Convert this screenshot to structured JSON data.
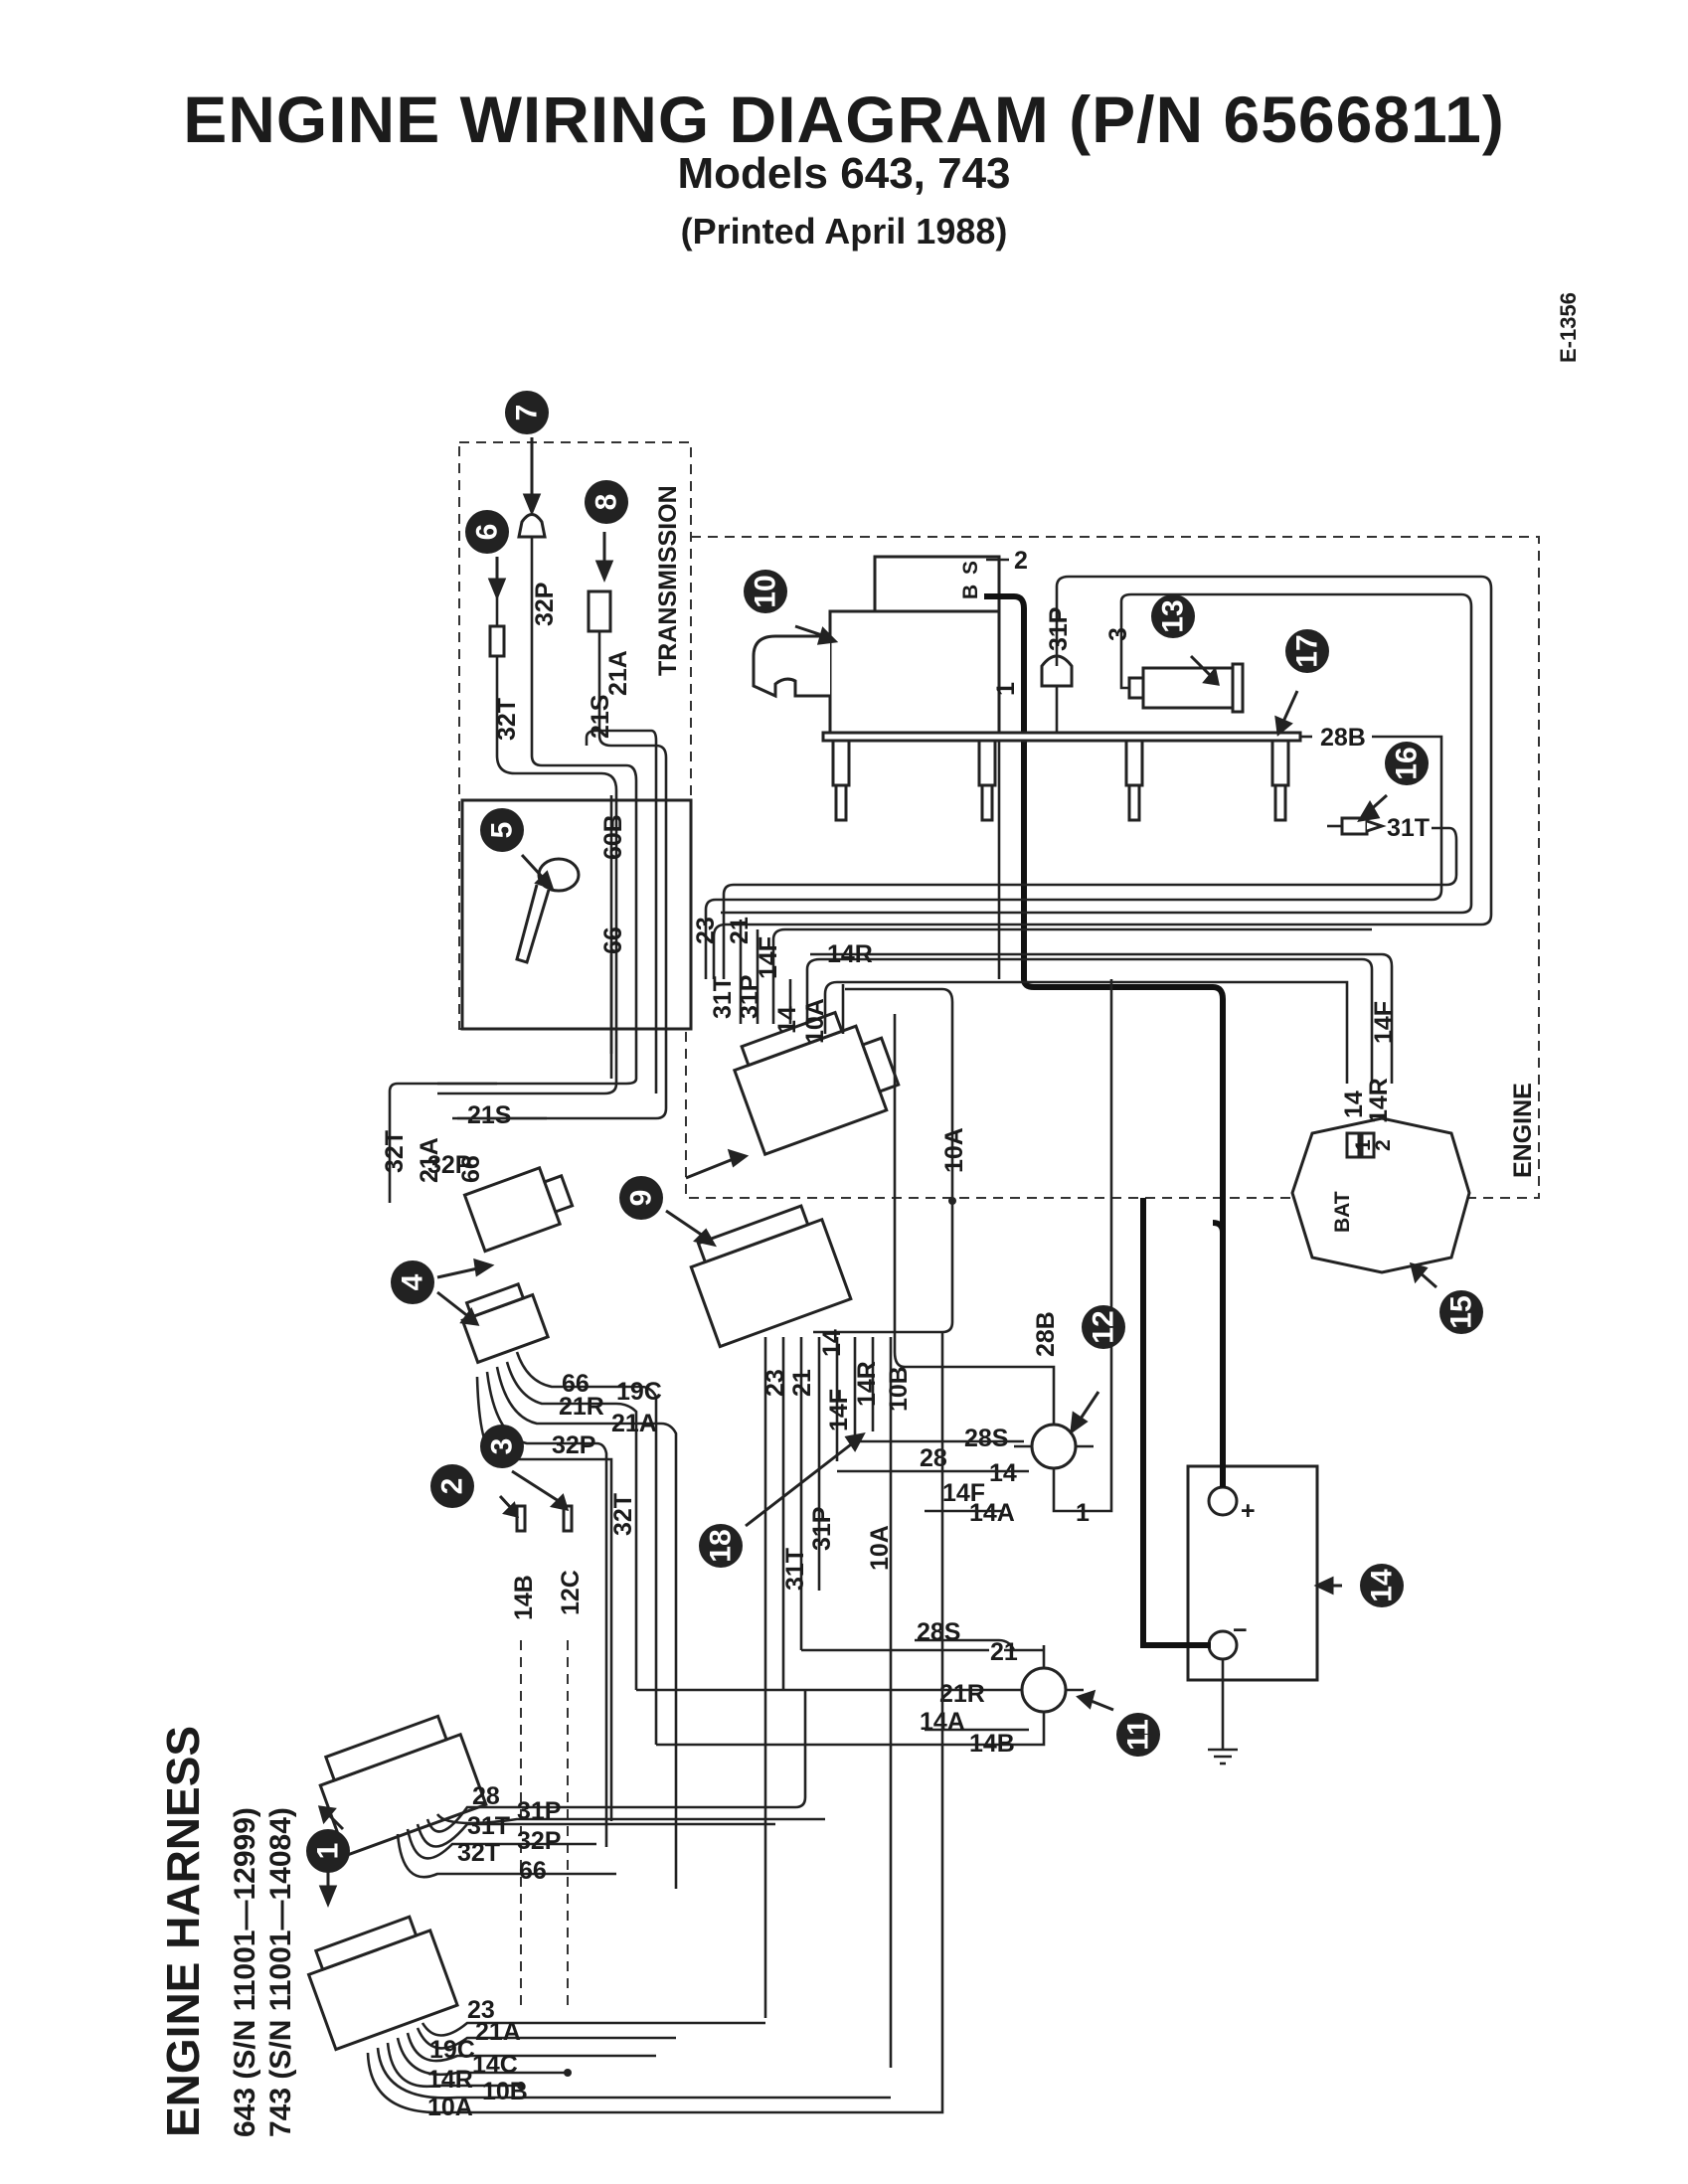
{
  "header": {
    "title": "ENGINE WIRING DIAGRAM (P/N 6566811)",
    "subtitle": "Models 643, 743",
    "printed": "(Printed April 1988)"
  },
  "figure_code": "E-1356",
  "section_labels": {
    "transmission": "TRANSMISSION",
    "engine": "ENGINE",
    "harness_title": "ENGINE HARNESS",
    "harness_line1": "643 (S/N 11001—12999)",
    "harness_line2": "743 (S/N 11001—14084)"
  },
  "callouts": [
    "1",
    "2",
    "3",
    "4",
    "5",
    "6",
    "7",
    "8",
    "9",
    "10",
    "11",
    "12",
    "13",
    "14",
    "15",
    "16",
    "17",
    "18"
  ],
  "wire_labels": {
    "w2": "2",
    "b": "B",
    "s": "S",
    "w1": "1",
    "w31p_top": "31P",
    "w3": "3",
    "w28b": "28B",
    "w31t_glow": "31T",
    "w32t_a": "32T",
    "w32p_a": "32P",
    "w21s_a": "21S",
    "w21a_a": "21A",
    "w60b": "60B",
    "w66_a": "66",
    "w23_a": "23",
    "w21_a": "21",
    "w31t_b": "31T",
    "w31p_b": "31P",
    "w14f_a": "14F",
    "w14_a": "14",
    "w10a_a": "10A",
    "w14r_a": "14R",
    "w10a_mid": "10A",
    "w14_alt": "14",
    "w14f_alt": "14F",
    "w14r_alt": "14R",
    "bat": "BAT",
    "alt1": "1",
    "alt2": "2",
    "w32p_b": "32P",
    "w21s_b": "21S",
    "w32t_b": "32T",
    "w21a_b": "21A",
    "w66_b": "66",
    "w66_c": "66",
    "w19c_a": "19C",
    "w21r_a": "21R",
    "w21a_c": "21A",
    "w32p_c": "32P",
    "w32t_c": "32T",
    "w14b_a": "14B",
    "w12c": "12C",
    "w23_b": "23",
    "w21_b": "21",
    "w14f_b": "14F",
    "w14_b": "14",
    "w14r_b": "14R",
    "w10b_a": "10B",
    "w31t_c": "31T",
    "w31p_c": "31P",
    "w10a_b": "10A",
    "w28b_b": "28B",
    "w28s_a": "28S",
    "w28": "28",
    "w14_c": "14",
    "w14f_c": "14F",
    "w14a_a": "14A",
    "w1_b": "1",
    "w28s_b": "28S",
    "w21_c": "21",
    "w21r_b": "21R",
    "w14a_b": "14A",
    "w14b_b": "14B",
    "w28_h": "28",
    "w31t_h": "31T",
    "w32t_h": "32T",
    "w31p_h": "31P",
    "w32p_h": "32P",
    "w66_h": "66",
    "w23_h": "23",
    "w21a_h": "21A",
    "w19c_h": "19C",
    "w14c_h": "14C",
    "w14r_h": "14R",
    "w10b_h": "10B",
    "w10a_h": "10A",
    "plus": "+",
    "minus": "−"
  }
}
